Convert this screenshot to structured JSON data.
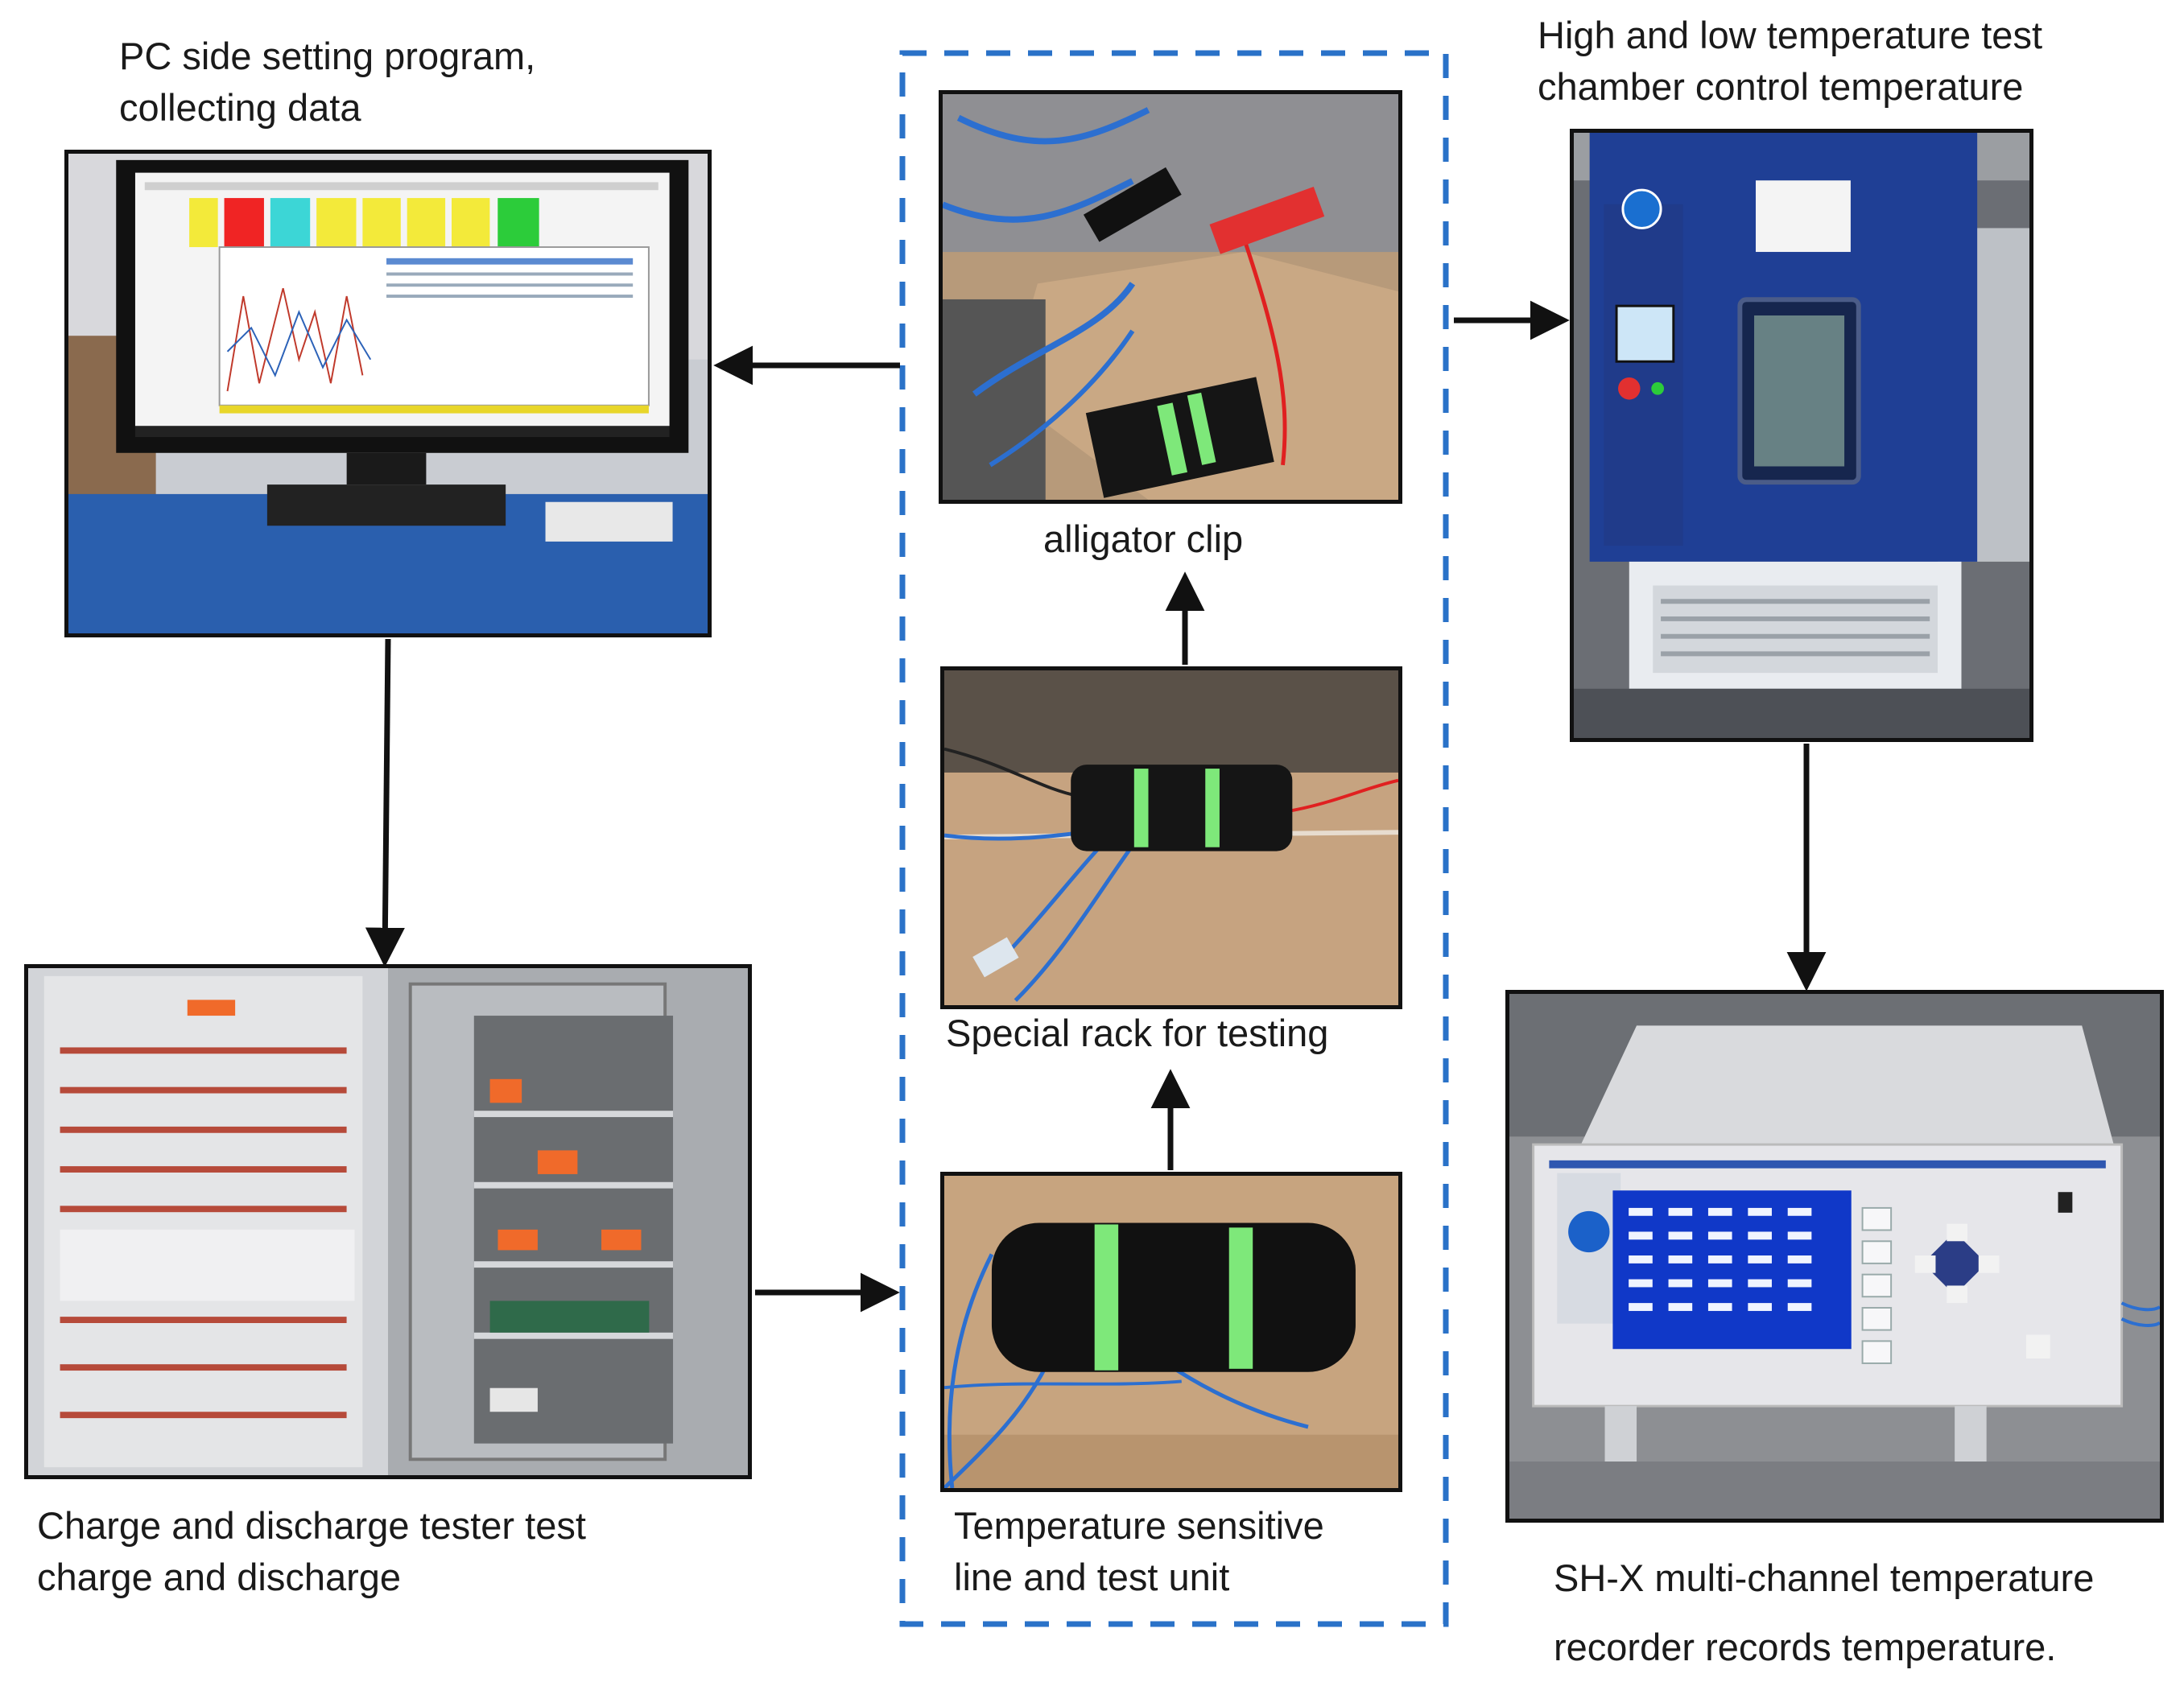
{
  "labels": {
    "pc": "PC side setting program,\ncollecting data",
    "chamber": "High and low temperature test\nchamber control temperature",
    "alligator": "alligator clip",
    "rack": "Special rack for testing",
    "temp_line": "Temperature sensitive\nline and test unit",
    "charger": "Charge and discharge tester test\ncharge and discharge",
    "recorder": "SH-X multi-channel temperature\nrecorder records temperature."
  },
  "colors": {
    "dashed_box": "#2a72c8",
    "arrow": "#111111",
    "chamber_blue": "#1f3f95",
    "battery_tape": "#7ee87a"
  },
  "icons": {
    "arrow": "arrow-icon"
  }
}
